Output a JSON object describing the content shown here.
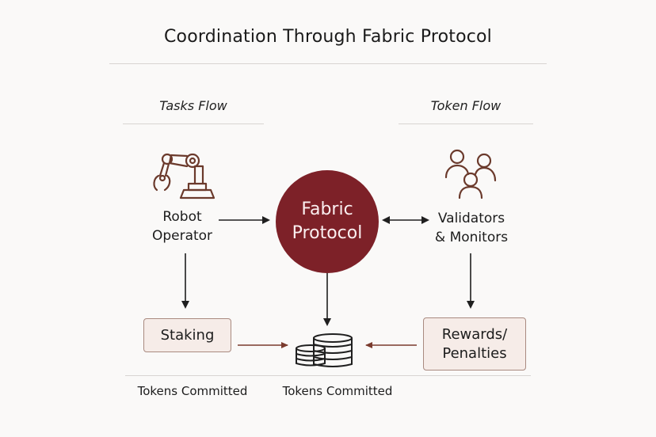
{
  "title": "Coordination Through Fabric Protocol",
  "sections": {
    "left_heading": "Tasks Flow",
    "right_heading": "Token Flow"
  },
  "nodes": {
    "robot_operator": {
      "line1": "Robot",
      "line2": "Operator",
      "icon": "robot-arm-icon"
    },
    "fabric_protocol": {
      "line1": "Fabric",
      "line2": "Protocol"
    },
    "validators": {
      "line1": "Validators",
      "line2": "& Monitors",
      "icon": "people-group-icon"
    },
    "staking": {
      "label": "Staking"
    },
    "rewards": {
      "line1": "Rewards/",
      "line2": "Penalties"
    },
    "tokens": {
      "icon": "coin-stack-icon"
    }
  },
  "captions": {
    "left": "Tokens Committed",
    "center": "Tokens Committed"
  },
  "colors": {
    "accent": "#7d2128",
    "icon_stroke": "#6b3a2c",
    "box_fill": "#f6ece8",
    "box_border": "#a98a80",
    "arrow_dark": "#1f1f1f",
    "arrow_brown": "#7a3b2e"
  }
}
